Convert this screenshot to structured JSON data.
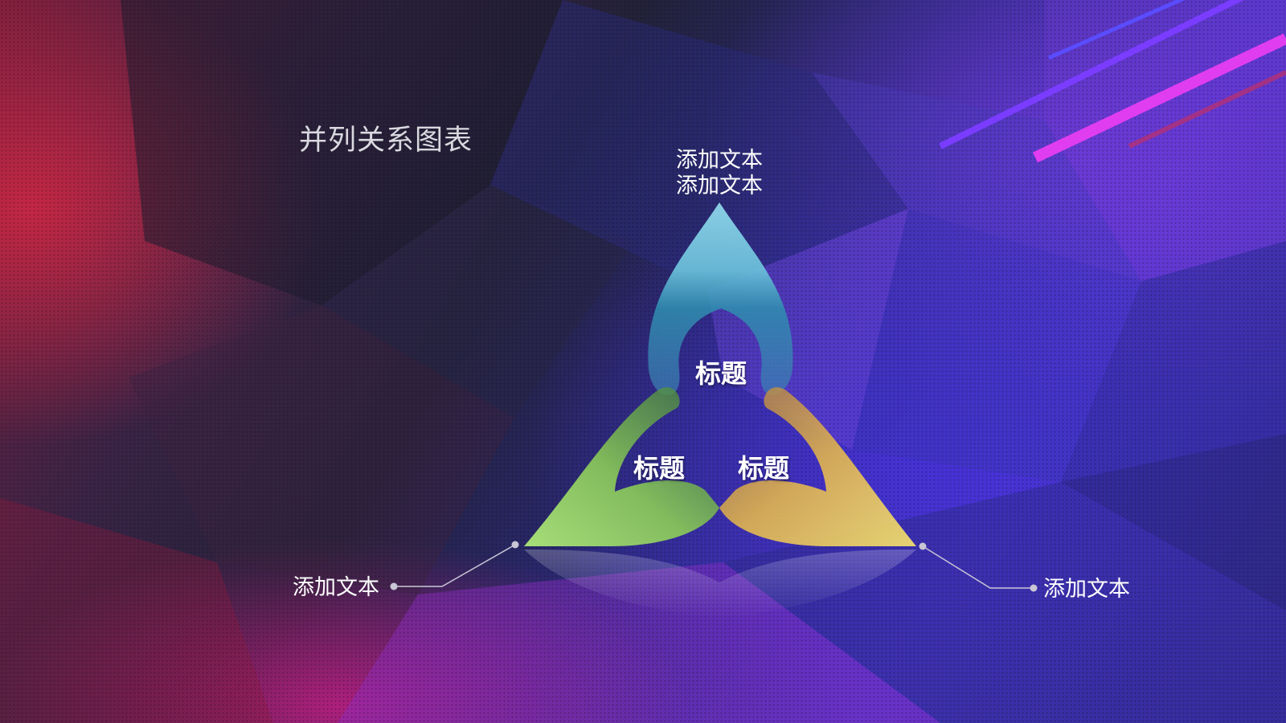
{
  "slide": {
    "title": "并列关系图表"
  },
  "diagram": {
    "top_caption_line1": "添加文本",
    "top_caption_line2": "添加文本",
    "petals": [
      {
        "label": "标题",
        "color_light": "#8fd6ea",
        "color_dark": "#2e7fa8"
      },
      {
        "label": "标题",
        "color_light": "#a7ec74",
        "color_dark": "#3f7b3a"
      },
      {
        "label": "标题",
        "color_light": "#f4e170",
        "color_dark": "#b4813b"
      }
    ],
    "left_caption": "添加文本",
    "right_caption": "添加文本"
  },
  "decoration": {
    "stripe_colors": [
      "#7a3cff",
      "#e03df0",
      "#5a4cff",
      "#c0306a"
    ]
  }
}
